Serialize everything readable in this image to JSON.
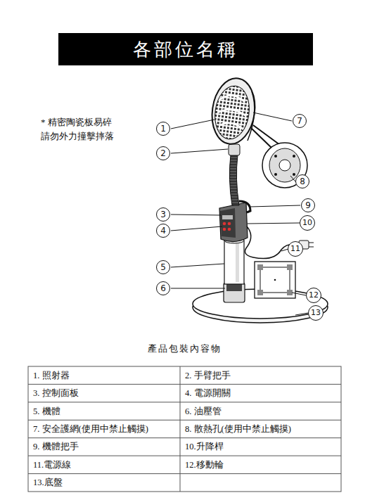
{
  "diagram": {
    "title": "各部位名稱",
    "labels": [
      "* 精密陶瓷板易碎 請勿外力撞擊摔落",
      "1",
      "2",
      "3",
      "4",
      "5",
      "6",
      "7",
      "8",
      "9",
      "10",
      "11",
      "12",
      "13",
      "產品包裝內容物",
      "1. 照射器",
      "2. 手臂把手",
      "3. 控制面板",
      "4. 電源開關",
      "5. 機體",
      "6. 油壓管",
      "7. 安全護網(使用中禁止觸摸)",
      "8. 散熱孔(使用中禁止觸摸)",
      "9. 機體把手",
      "10.升降桿",
      "11.電源線",
      "12.移動輪",
      "13.底盤"
    ]
  }
}
